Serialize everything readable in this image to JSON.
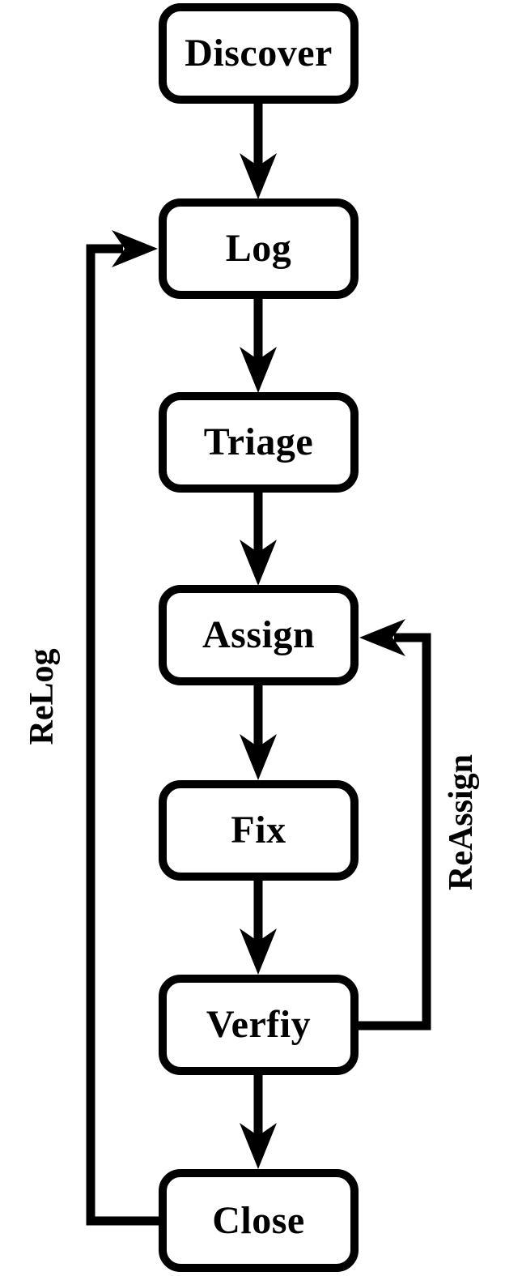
{
  "diagram": {
    "type": "flowchart",
    "background_color": "#ffffff",
    "stroke_color": "#000000",
    "nodes": [
      {
        "id": "discover",
        "label": "Discover"
      },
      {
        "id": "log",
        "label": "Log"
      },
      {
        "id": "triage",
        "label": "Triage"
      },
      {
        "id": "assign",
        "label": "Assign"
      },
      {
        "id": "fix",
        "label": "Fix"
      },
      {
        "id": "verify",
        "label": "Verfiy"
      },
      {
        "id": "close",
        "label": "Close"
      }
    ],
    "edges": [
      {
        "from": "Discover",
        "to": "Log",
        "label": ""
      },
      {
        "from": "Log",
        "to": "Triage",
        "label": ""
      },
      {
        "from": "Triage",
        "to": "Assign",
        "label": ""
      },
      {
        "from": "Assign",
        "to": "Fix",
        "label": ""
      },
      {
        "from": "Fix",
        "to": "Verfiy",
        "label": ""
      },
      {
        "from": "Verfiy",
        "to": "Close",
        "label": ""
      },
      {
        "from": "Close",
        "to": "Log",
        "label": "ReLog"
      },
      {
        "from": "Verfiy",
        "to": "Assign",
        "label": "ReAssign"
      }
    ],
    "edge_labels": {
      "relog": "ReLog",
      "reassign": "ReAssign"
    }
  }
}
